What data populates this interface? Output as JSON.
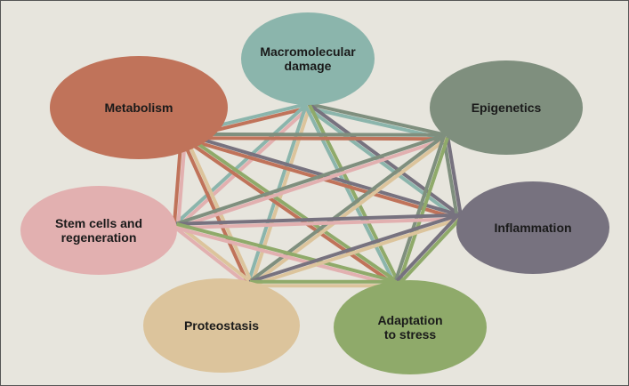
{
  "nodes": [
    {
      "id": "macro",
      "lines": [
        "Macromolecular",
        "damage"
      ],
      "color": "#8bb5ac"
    },
    {
      "id": "metabolism",
      "lines": [
        "Metabolism"
      ],
      "color": "#c0735a"
    },
    {
      "id": "epigenetics",
      "lines": [
        "Epigenetics"
      ],
      "color": "#7f8f7e"
    },
    {
      "id": "stem",
      "lines": [
        "Stem cells and",
        "regeneration"
      ],
      "color": "#e2b0b0"
    },
    {
      "id": "inflammation",
      "lines": [
        "Inflammation"
      ],
      "color": "#77727f"
    },
    {
      "id": "proteostasis",
      "lines": [
        "Proteostasis"
      ],
      "color": "#dcc49c"
    },
    {
      "id": "adaptation",
      "lines": [
        "Adaptation",
        "to stress"
      ],
      "color": "#8faa6a"
    }
  ],
  "edges": "all-pairs"
}
